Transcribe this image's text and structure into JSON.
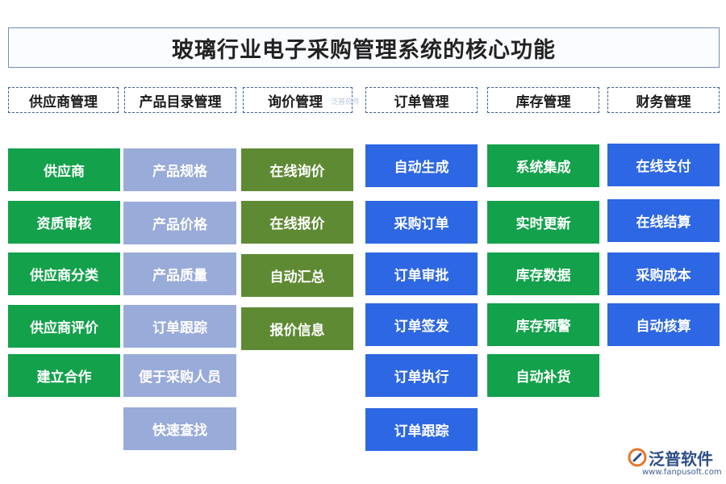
{
  "title": "玻璃行业电子采购管理系统的核心功能",
  "columns": [
    {
      "header": "供应商管理",
      "color": "#13a14b",
      "items": [
        "供应商",
        "资质审核",
        "供应商分类",
        "供应商评价",
        "建立合作"
      ]
    },
    {
      "header": "产品目录管理",
      "color": "#99abd9",
      "items": [
        "产品规格",
        "产品价格",
        "产品质量",
        "订单跟踪",
        "便于采购人员",
        "快速查找"
      ]
    },
    {
      "header": "询价管理",
      "color": "#5f8a34",
      "items": [
        "在线询价",
        "在线报价",
        "自动汇总",
        "报价信息"
      ]
    },
    {
      "header": "订单管理",
      "color": "#2e67e3",
      "items": [
        "自动生成",
        "采购订单",
        "订单审批",
        "订单签发",
        "订单执行",
        "订单跟踪"
      ]
    },
    {
      "header": "库存管理",
      "color": "#13a14b",
      "items": [
        "系统集成",
        "实时更新",
        "库存数据",
        "库存预警",
        "自动补货"
      ]
    },
    {
      "header": "财务管理",
      "color": "#2e67e3",
      "items": [
        "在线支付",
        "在线结算",
        "采购成本",
        "自动核算"
      ]
    }
  ],
  "watermark": "泛普软件",
  "brand": {
    "name": "泛普软件",
    "url": "www.fanpusoft.com",
    "icon": "fanpu-logo-icon"
  }
}
